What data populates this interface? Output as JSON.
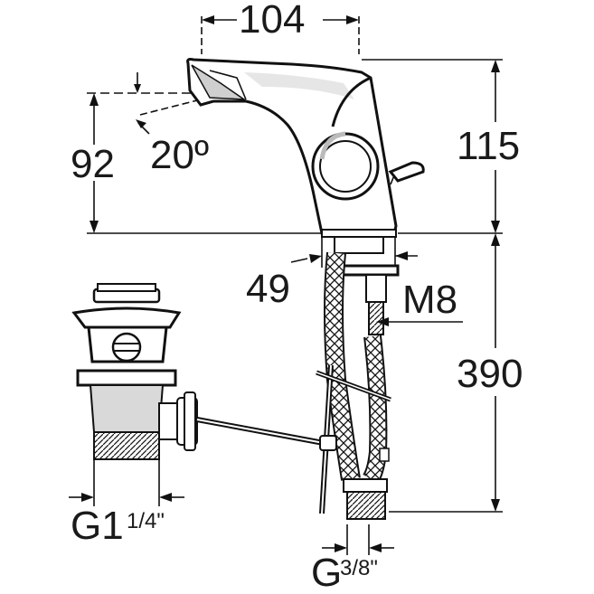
{
  "dimensions": {
    "spout_width": "104",
    "spout_height": "92",
    "spout_angle": "20º",
    "total_height": "115",
    "base_diameter": "49",
    "thread": "M8",
    "hose_length": "390",
    "waste_thread_main": "G1",
    "waste_thread_frac": "1/4\"",
    "hose_thread_main": "G",
    "hose_thread_frac": "3/8\""
  },
  "colors": {
    "line": "#111111",
    "shade": "#d9d9d9",
    "background": "#ffffff"
  }
}
